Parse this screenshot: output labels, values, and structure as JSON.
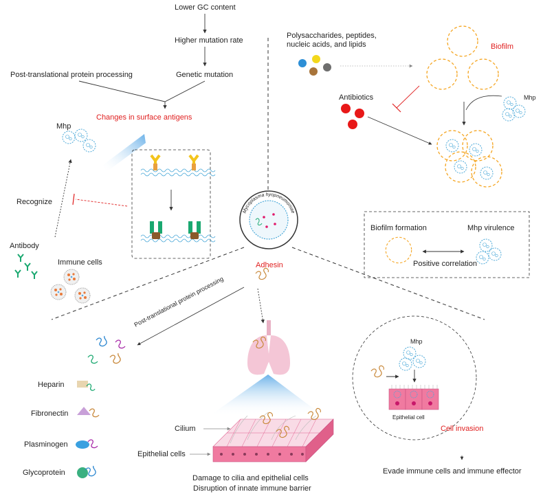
{
  "top_branch": {
    "lower_gc": "Lower GC content",
    "higher_mutation": "Higher mutation rate",
    "genetic_mutation": "Genetic mutation",
    "ptpp": "Post-translational protein processing",
    "changes": "Changes in surface antigens"
  },
  "immune": {
    "mhp": "Mhp",
    "recognize": "Recognize",
    "antibody": "Antibody",
    "immune_cells": "Immune cells"
  },
  "biofilm": {
    "components": "Polysaccharides, peptides,\nnucleic acids, and lipids",
    "title": "Biofilm",
    "antibiotics": "Antibiotics",
    "mhp": "Mhp",
    "biofilm_formation": "Biofilm formation",
    "virulence": "Mhp virulence",
    "correlation": "Positive correlation"
  },
  "center": {
    "organism": "Mycoplasma hyopneumoniae",
    "adhesin": "Adhesin"
  },
  "adhesion": {
    "ptpp": "Post-translational protein processing",
    "ligands": [
      "Heparin",
      "Fibronectin",
      "Plasminogen",
      "Glycoprotein"
    ],
    "cilium": "Cilium",
    "epithelial_cells": "Epithelial cells",
    "damage_1": "Damage to cilia and epithelial cells",
    "damage_2": "Disruption of innate immune barrier"
  },
  "invasion": {
    "mhp": "Mhp",
    "epithelial_cell": "Epithelial cell",
    "title": "Cell invasion",
    "evade": "Evade immune cells and immune effector"
  },
  "colors": {
    "accent_red": "#e02020",
    "biofilm_orange": "#f5a623",
    "mhp_blue": "#4aa8d8",
    "lung_pink": "#f4c6d6",
    "epithelium_pink": "#f07aa0",
    "antibody_green": "#1aa870",
    "antibody_yellow": "#f3c41b"
  }
}
